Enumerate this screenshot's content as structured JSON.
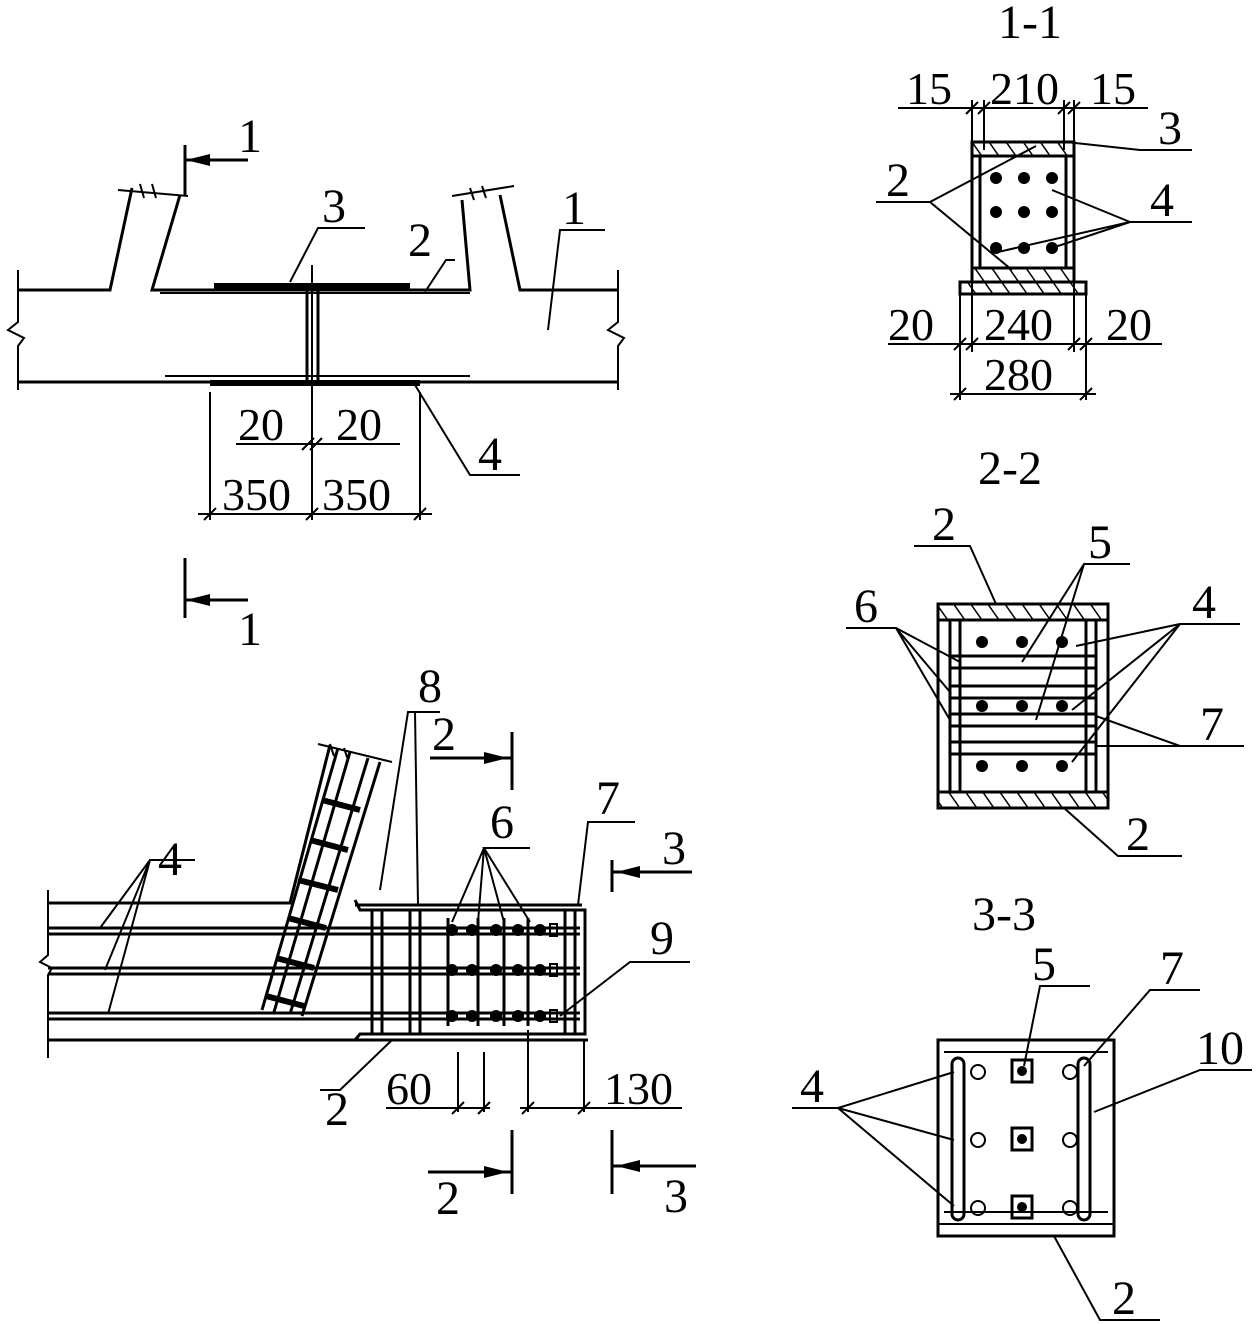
{
  "section_titles": {
    "s11": "1-1",
    "s22": "2-2",
    "s33": "3-3"
  },
  "plan": {
    "cut_label_top": "1",
    "cut_label_bottom": "1",
    "callouts": {
      "c3": "3",
      "c2": "2",
      "c1": "1",
      "c4": "4"
    },
    "dims": {
      "d20a": "20",
      "d20b": "20",
      "d350a": "350",
      "d350b": "350"
    }
  },
  "elevation": {
    "callouts": {
      "c8": "8",
      "c4": "4",
      "c6": "6",
      "c7": "7",
      "c9": "9",
      "c2": "2"
    },
    "cuts": {
      "cut2_top": "2",
      "cut2_bottom": "2",
      "cut3_top": "3",
      "cut3_bottom": "3"
    },
    "dims": {
      "d60": "60",
      "d130": "130"
    }
  },
  "section_1_1": {
    "dims": {
      "d15a": "15",
      "d210": "210",
      "d15b": "15",
      "d20a": "20",
      "d240": "240",
      "d20b": "20",
      "d280": "280"
    },
    "callouts": {
      "c3": "3",
      "c2": "2",
      "c4": "4"
    }
  },
  "section_2_2": {
    "callouts": {
      "c2top": "2",
      "c5": "5",
      "c6": "6",
      "c4": "4",
      "c7": "7",
      "c2bot": "2"
    }
  },
  "section_3_3": {
    "callouts": {
      "c5": "5",
      "c7": "7",
      "c10": "10",
      "c4": "4",
      "c2": "2"
    }
  }
}
